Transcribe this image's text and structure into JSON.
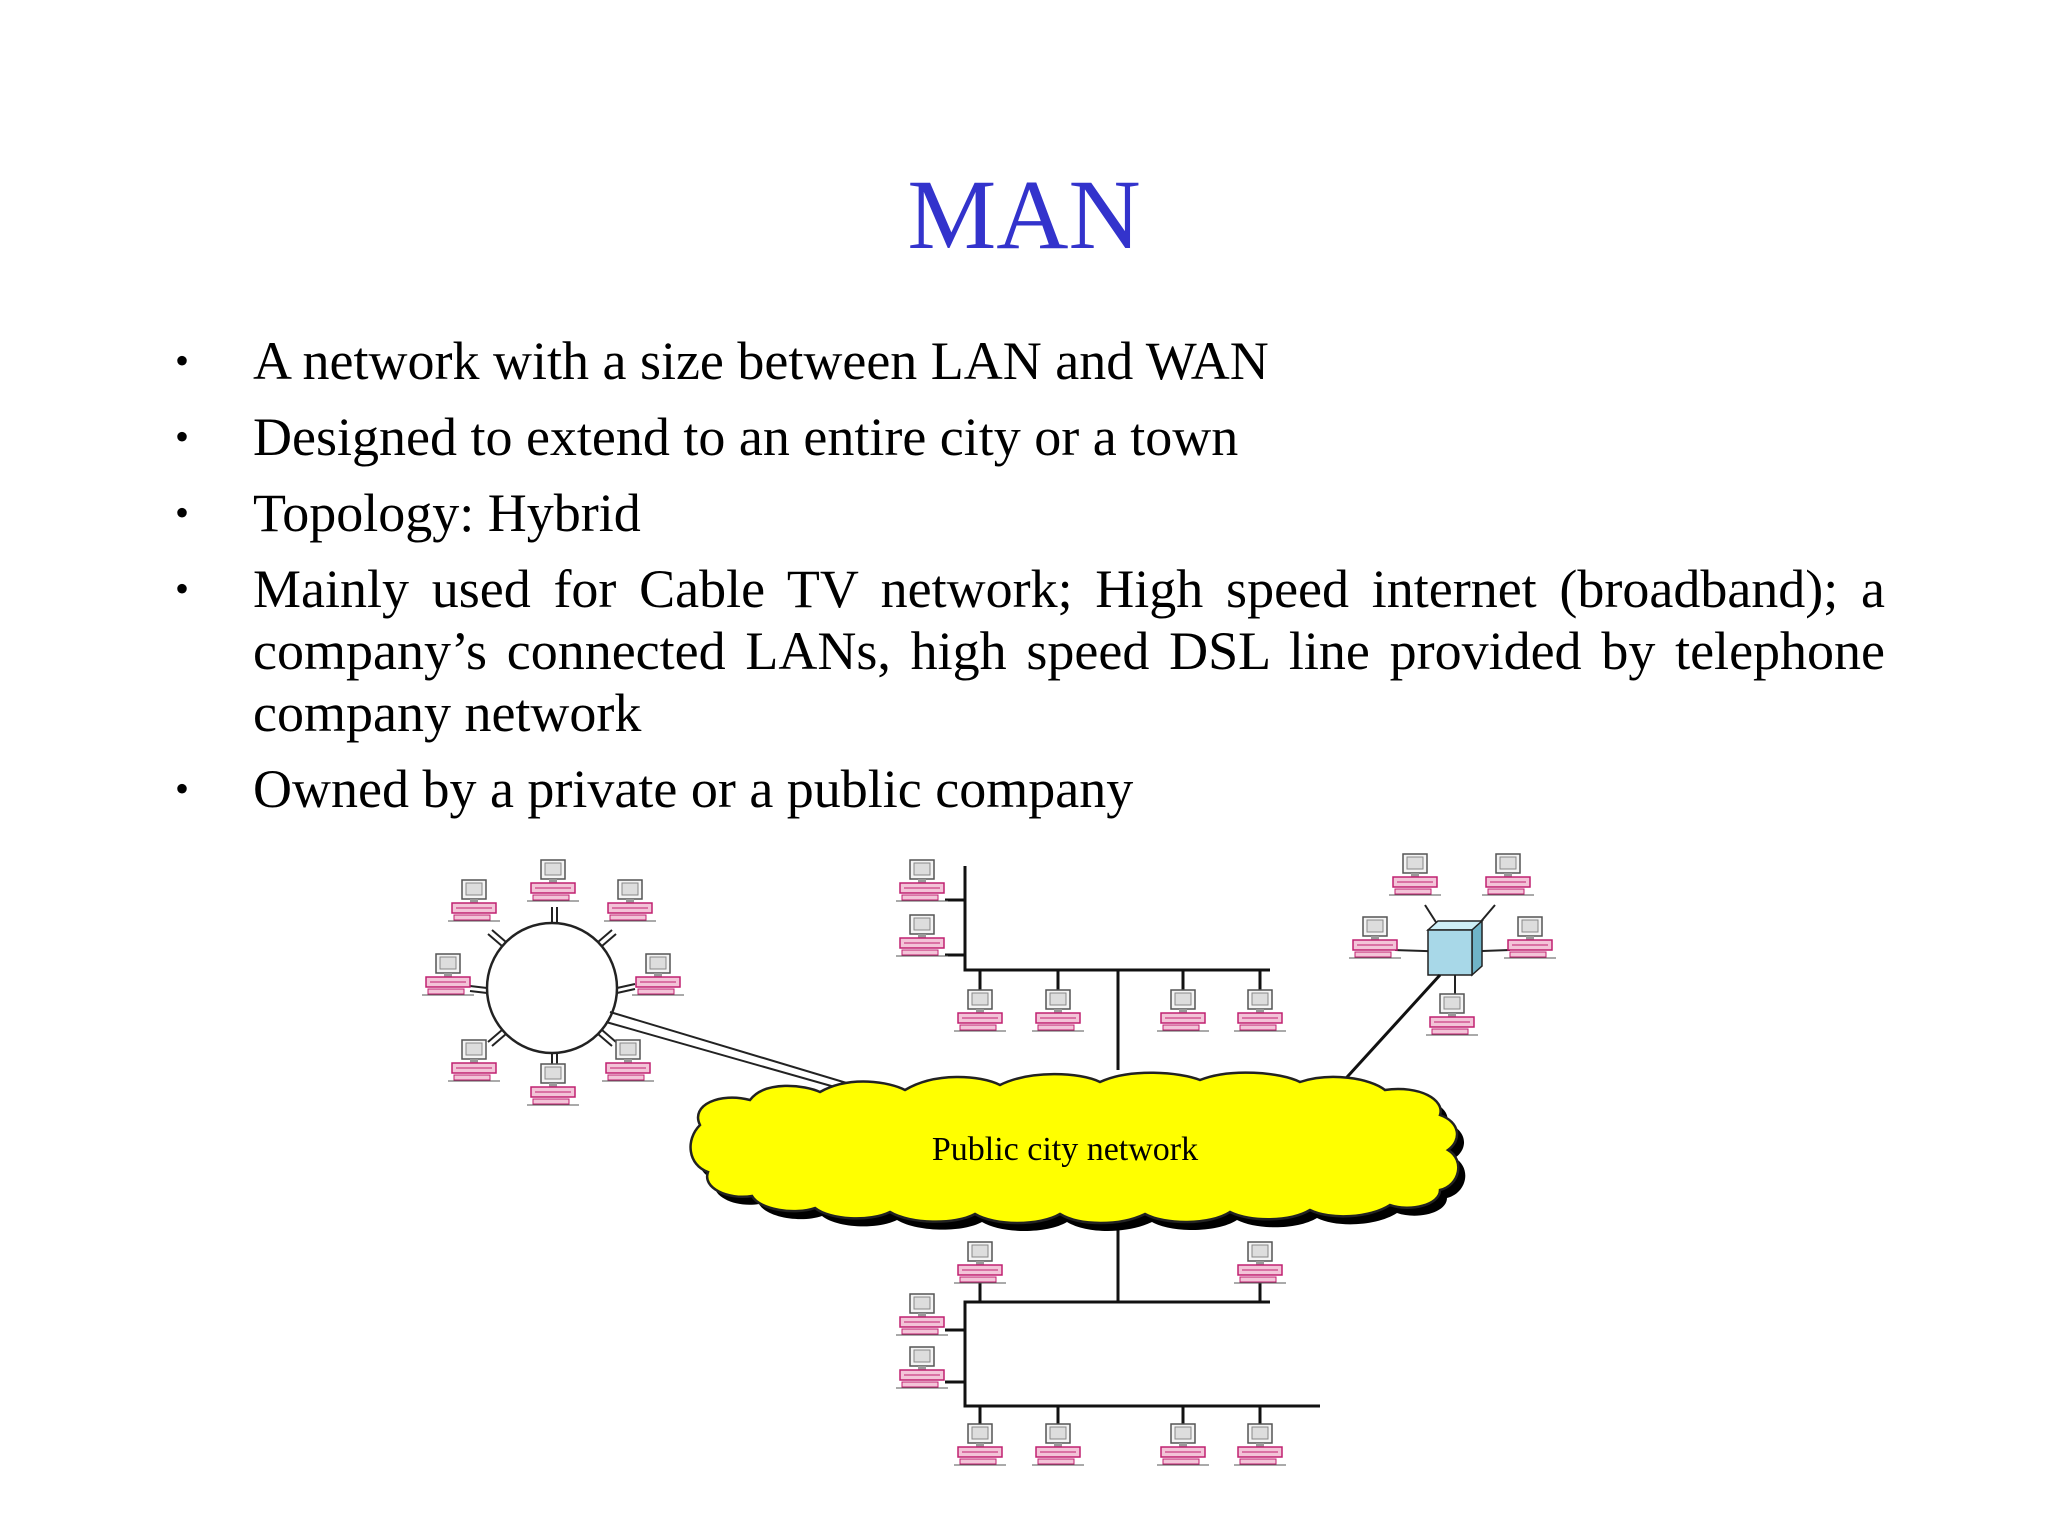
{
  "slide": {
    "title": "MAN",
    "bullets": [
      "A network with a size between LAN and WAN",
      "Designed to extend to an entire city or a town",
      "Topology: Hybrid",
      "Mainly used for Cable TV network; High speed internet (broadband); a company’s connected LANs, high speed DSL line provided by telephone company network",
      "Owned by a private or a public company"
    ],
    "bullet_char": "•"
  },
  "diagram": {
    "cloud_label": "Public city network",
    "colors": {
      "title": "#3333cc",
      "cloud_fill": "#ffff00",
      "hub_fill": "#a8d8e8",
      "computer_trim": "#c02070"
    },
    "icons": [
      "computer-icon",
      "hub-icon",
      "cloud-icon"
    ]
  }
}
